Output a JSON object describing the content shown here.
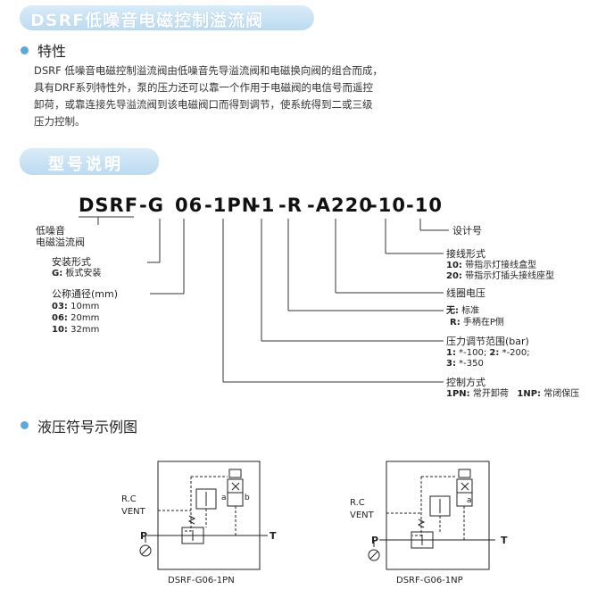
{
  "title": "DSRF低噪音电磁控制溢流阀",
  "features": {
    "heading": "特性",
    "lines": [
      "DSRF 低噪音电磁控制溢流阀由低噪音先导溢流阀和电磁换向阀的组合而成，",
      "具有DRF系列特性外，泵的压力还可以靠一个作用于电磁阀的电信号而遥控",
      "卸荷，或靠连接先导溢流阀到该电磁阀口而得到调节，使系统得到二或三级",
      "压力控制。"
    ]
  },
  "model": {
    "heading": "型号说明",
    "code": [
      "DSRF",
      "-G",
      "06",
      "-1PN",
      "-1",
      "-R",
      "-A220",
      "-10",
      "-10"
    ],
    "left_labels": {
      "name": [
        "低噪音",
        "电磁溢流阀"
      ],
      "mount_title": "安装形式",
      "mount_g_key": "G:",
      "mount_g_val": "板式安装",
      "size_title": "公称通径(mm)",
      "sizes": [
        {
          "key": "03:",
          "val": "10mm"
        },
        {
          "key": "06:",
          "val": "20mm"
        },
        {
          "key": "10:",
          "val": "32mm"
        }
      ]
    },
    "right_labels": {
      "design": "设计号",
      "wiring_title": "接线形式",
      "wiring_10_key": "10:",
      "wiring_10_val": "带指示灯接线盒型",
      "wiring_20_key": "20:",
      "wiring_20_val": "带指示灯插头接线座型",
      "coil_voltage": "线圈电压",
      "none_key": "无:",
      "none_val": "标准",
      "r_key": "R:",
      "r_val": "手柄在P侧",
      "pressure_title": "压力调节范围(bar)",
      "pressure_line1_k1": "1:",
      "pressure_line1_v1": "*-100;",
      "pressure_line1_k2": "2:",
      "pressure_line1_v2": "*-200;",
      "pressure_line2_k": "3:",
      "pressure_line2_v": "*-350",
      "control_title": "控制方式",
      "c1_key": "1PN:",
      "c1_val": "常开卸荷",
      "c2_key": "1NP:",
      "c2_val": "常闭保压"
    }
  },
  "symbols": {
    "heading": "液压符号示例图",
    "diagrams": [
      {
        "caption": "DSRF-G06-1PN",
        "rc": "R.C",
        "vent": "VENT",
        "p": "P",
        "t": "T",
        "a": "a",
        "b": "b"
      },
      {
        "caption": "DSRF-G06-1NP",
        "rc": "R.C",
        "vent": "VENT",
        "p": "P",
        "t": "T",
        "a": "a"
      }
    ]
  }
}
